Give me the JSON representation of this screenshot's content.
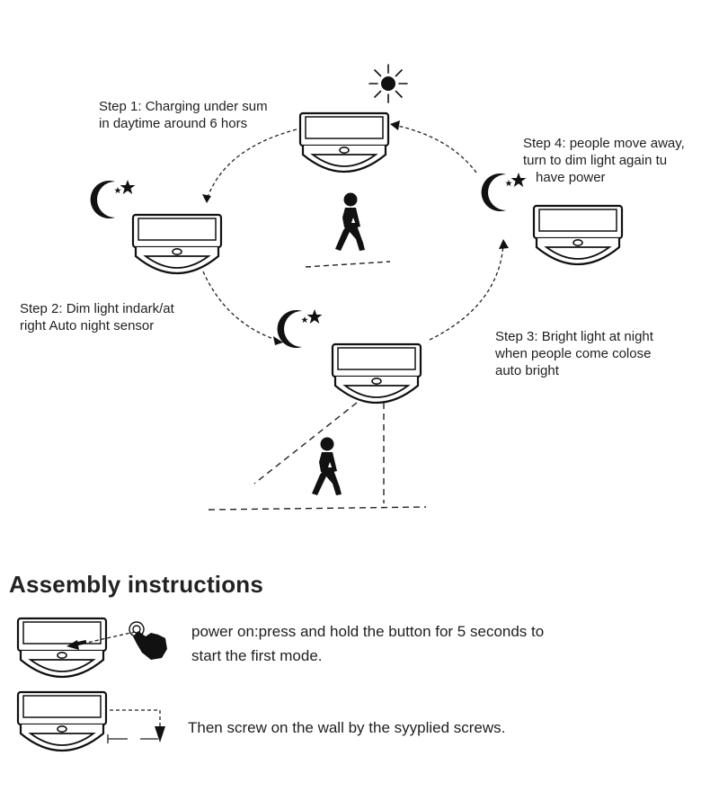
{
  "steps": [
    {
      "lines": [
        "Step 1: Charging under sum",
        "in daytime around 6 hors"
      ]
    },
    {
      "lines": [
        "Step 2: Dim light indark/at",
        "right Auto night sensor"
      ]
    },
    {
      "lines": [
        "Step 3: Bright light at night",
        "when people come colose",
        "auto bright"
      ]
    },
    {
      "lines": [
        "Step 4: people move away,",
        "turn to dim light again tu",
        "have power"
      ]
    }
  ],
  "assembly": {
    "heading": "Assembly instructions",
    "instruction_1": [
      "power on:press and hold the button for 5 seconds to",
      "start the first mode."
    ],
    "instruction_2": "Then screw on the wall by the syyplied screws."
  },
  "icons": [
    "sun-icon",
    "moon-star-icon",
    "walking-person-icon",
    "pointing-hand-icon",
    "screw-arrow-icon"
  ]
}
